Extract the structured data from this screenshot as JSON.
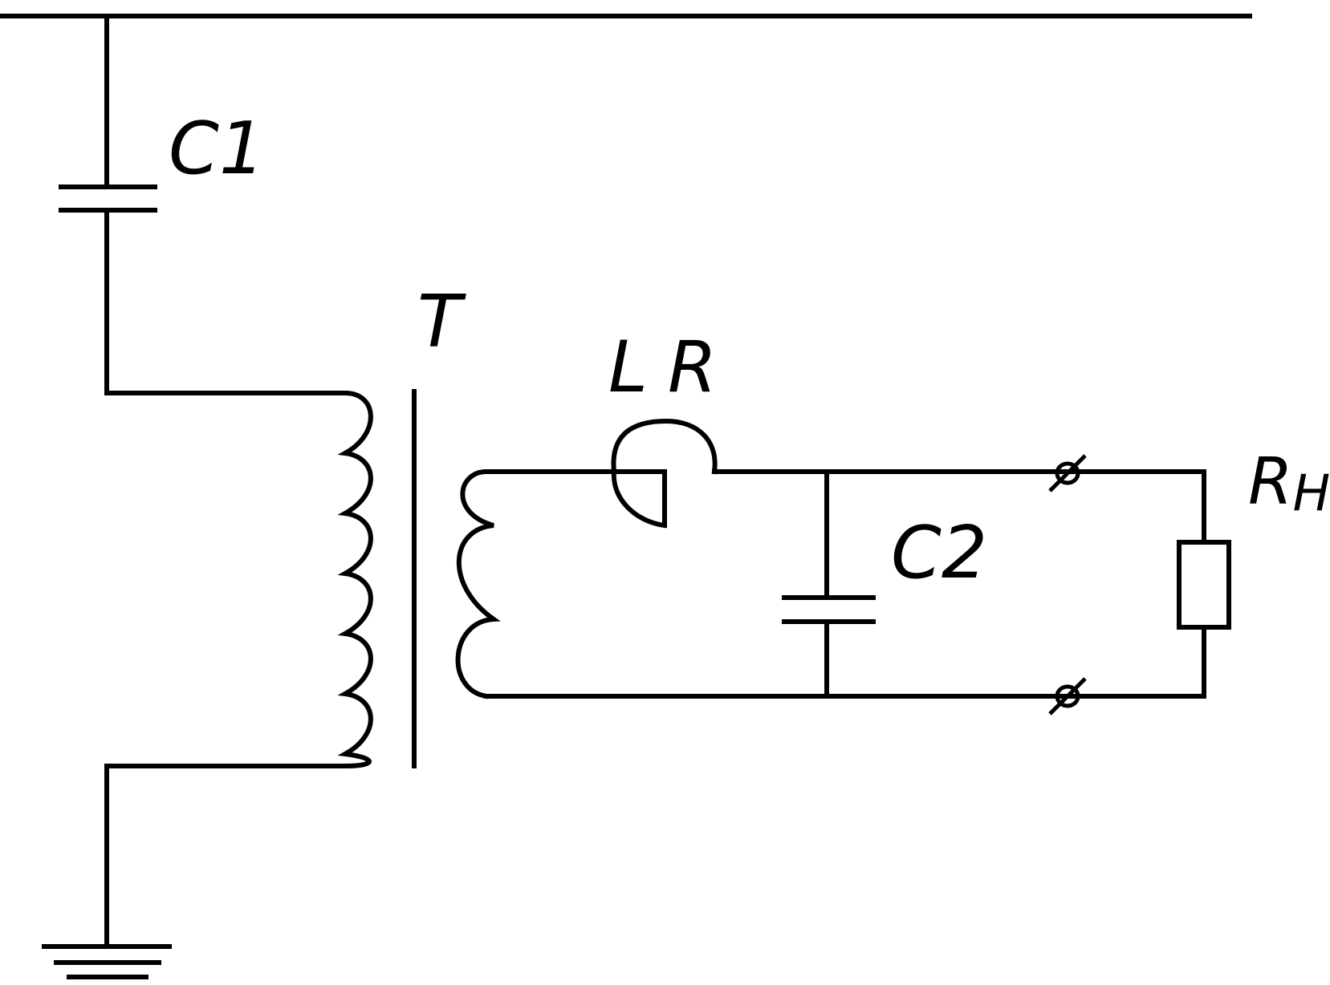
{
  "labels": {
    "c1": "C1",
    "t": "T",
    "l": "L",
    "r": "R",
    "c2": "C2",
    "rh": "R",
    "rh_sub": "H"
  },
  "colors": {
    "line": "#000000",
    "background": "#ffffff"
  }
}
